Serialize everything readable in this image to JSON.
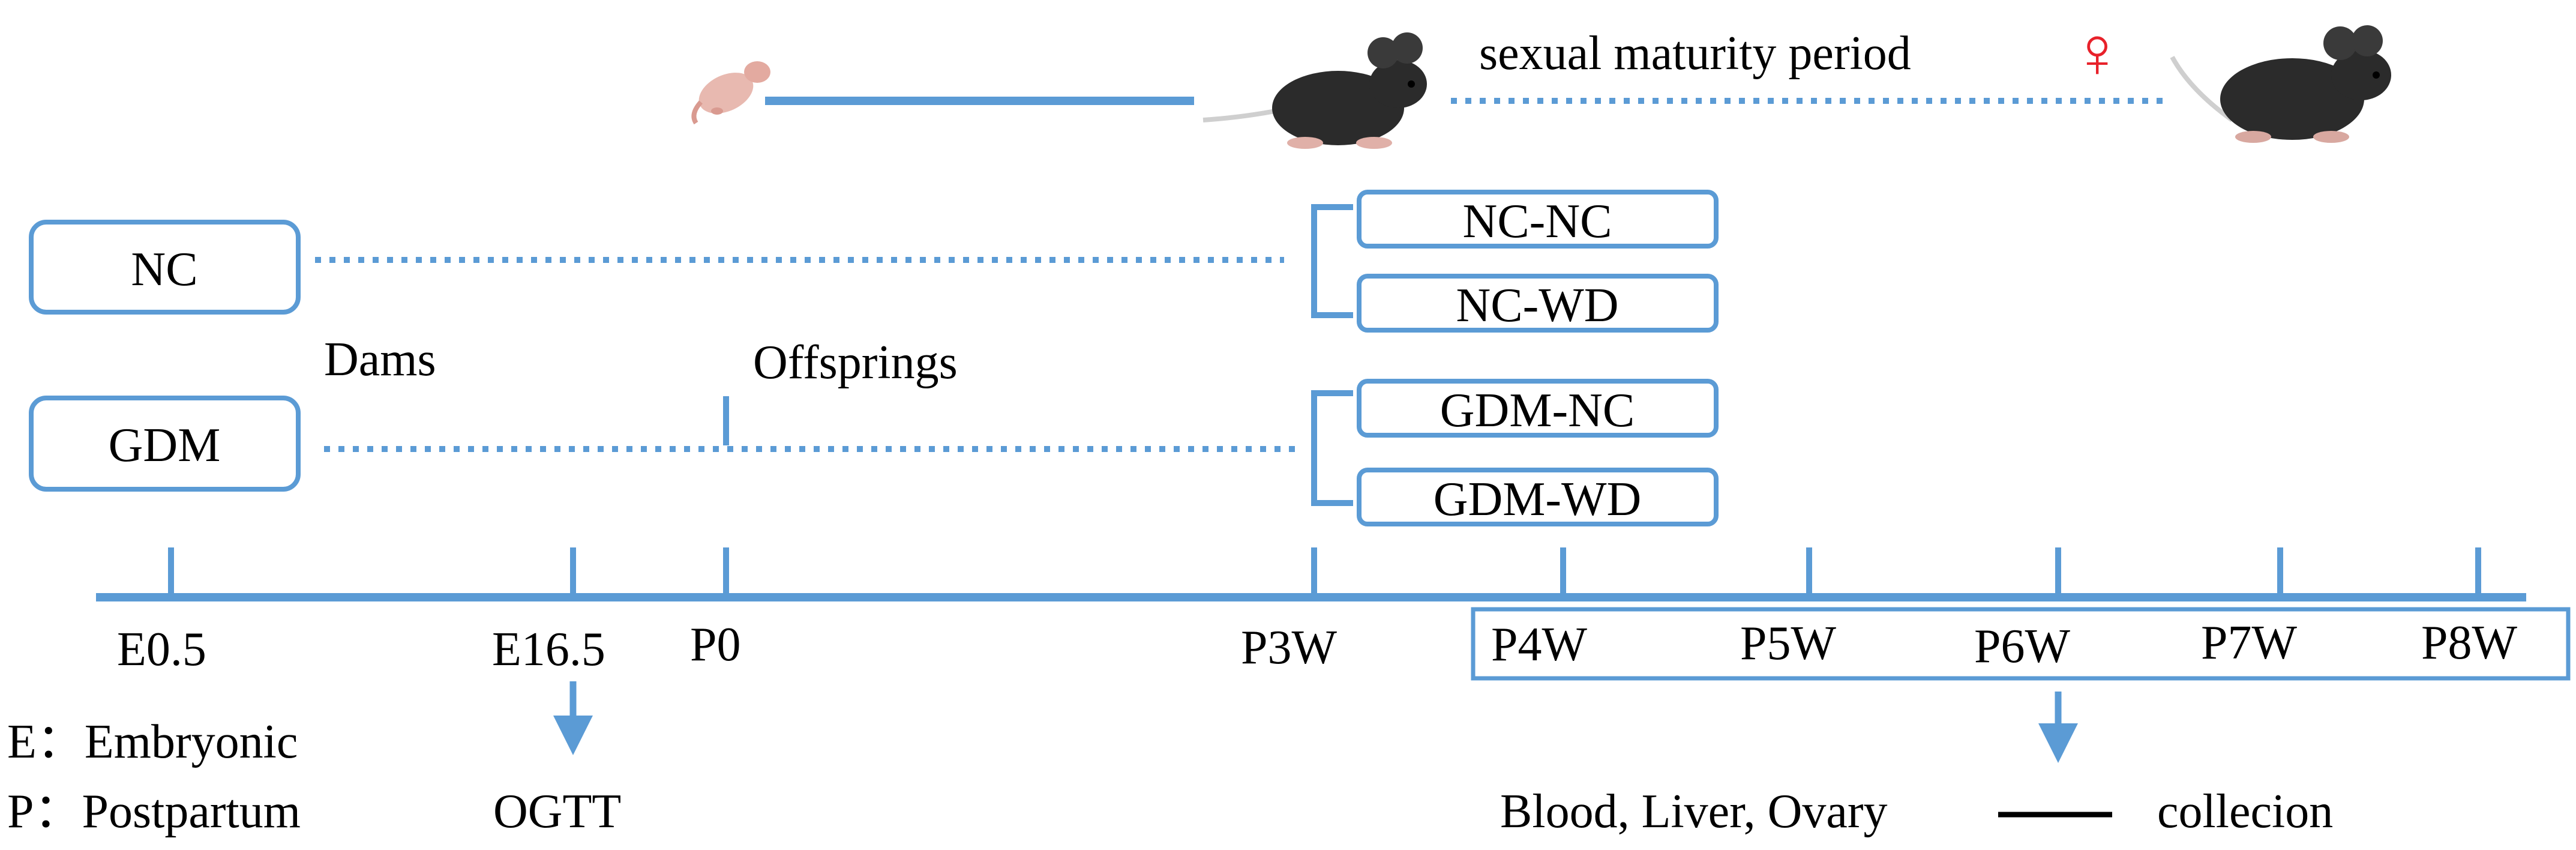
{
  "colors": {
    "accent": "#5b9bd5",
    "text": "#000000",
    "female_symbol": "#e8212a",
    "mouse_fur": "#2b2b2b",
    "pup_skin": "#e8b9b0",
    "background": "#ffffff"
  },
  "header": {
    "maturity_label": "sexual maturity period",
    "female_symbol": "♀",
    "icons": [
      "pup-mouse-icon",
      "young-mouse-icon",
      "adult-mouse-icon"
    ]
  },
  "groups": {
    "dams_label": "Dams",
    "offsprings_label": "Offsprings",
    "dams": [
      {
        "label": "NC"
      },
      {
        "label": "GDM"
      }
    ],
    "offspring": [
      {
        "label": "NC-NC"
      },
      {
        "label": "NC-WD"
      },
      {
        "label": "GDM-NC"
      },
      {
        "label": "GDM-WD"
      }
    ]
  },
  "timeline": {
    "ticks": [
      "E0.5",
      "E16.5",
      "P0",
      "P3W",
      "P4W",
      "P5W",
      "P6W",
      "P7W",
      "P8W"
    ],
    "ogtt_label": "OGTT",
    "collection_from": "Blood, Liver, Ovary",
    "collection_label": "collecion"
  },
  "legend": {
    "e_label": "E：Embryonic",
    "p_label": "P：Postpartum"
  }
}
